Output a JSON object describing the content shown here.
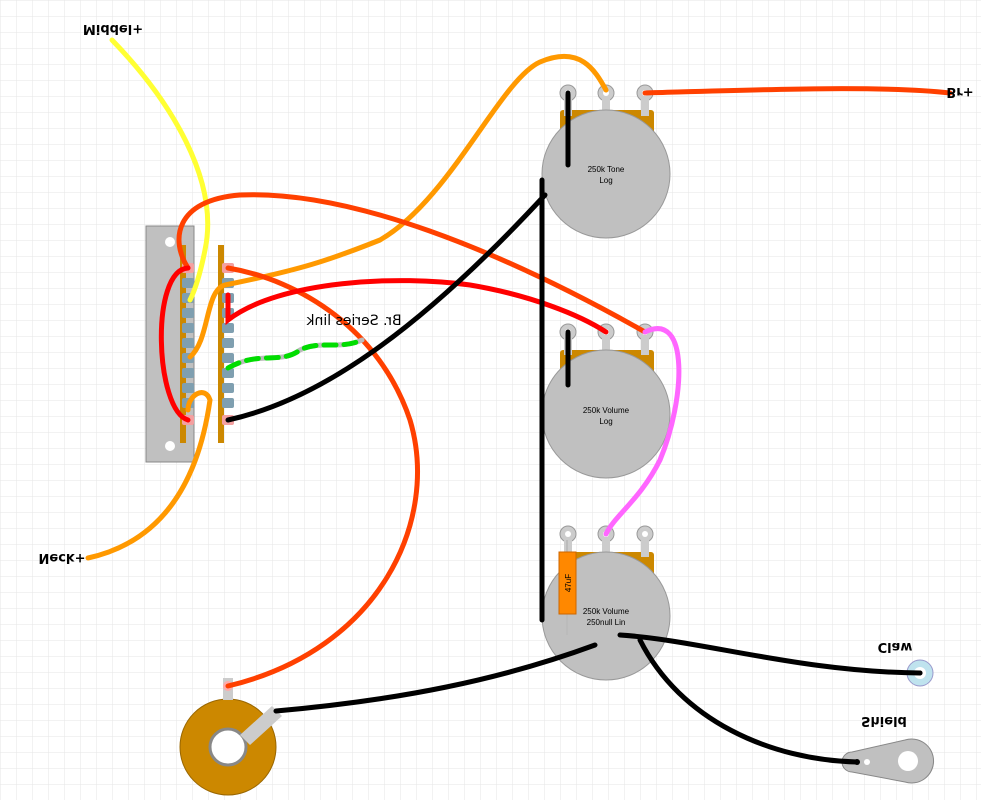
{
  "labels": {
    "middle": "Middel+",
    "neck": "Neck+",
    "bridge": "Br+",
    "series_link": "Br. Series link",
    "claw": "Claw",
    "shield": "Shield"
  },
  "pots": [
    {
      "line1": "250k Tone",
      "line2": "Log"
    },
    {
      "line1": "250k Volume",
      "line2": "Log"
    },
    {
      "line1": "250k Volume",
      "line2": "250null Lin"
    }
  ],
  "capacitor": {
    "value": "47uF"
  },
  "colors": {
    "yellow": "#ffff33",
    "orange": "#ff9900",
    "red_orange": "#ff4000",
    "red": "#ff0000",
    "black": "#000000",
    "pink": "#ff66ff",
    "green": "#00dd00",
    "pot_body": "#c0c0c0",
    "pot_tab": "#cc8800",
    "grid": "#e6e6e6"
  }
}
